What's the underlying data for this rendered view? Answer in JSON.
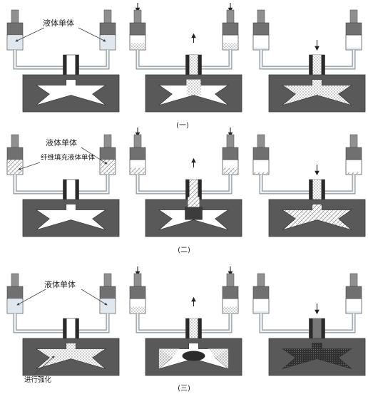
{
  "row_labels": [
    "(一)",
    "(二)",
    "(三)"
  ],
  "annotations": {
    "liquid_monomer": "液体单体",
    "fiber_filled_liquid_monomer": "纤维填充液体单体",
    "strengthen": "进行强化"
  },
  "colors": {
    "mold": "#595959",
    "cylinder_body": "#e8eef2",
    "piston_rod": "#8f8f8f",
    "piston_head": "#707070",
    "nozzle": "#2a2a2a",
    "pipe": "#c6cdd2",
    "liquid": "#dfe8ef",
    "reinforced": "#8a8a8a",
    "arrow": "#222222"
  }
}
